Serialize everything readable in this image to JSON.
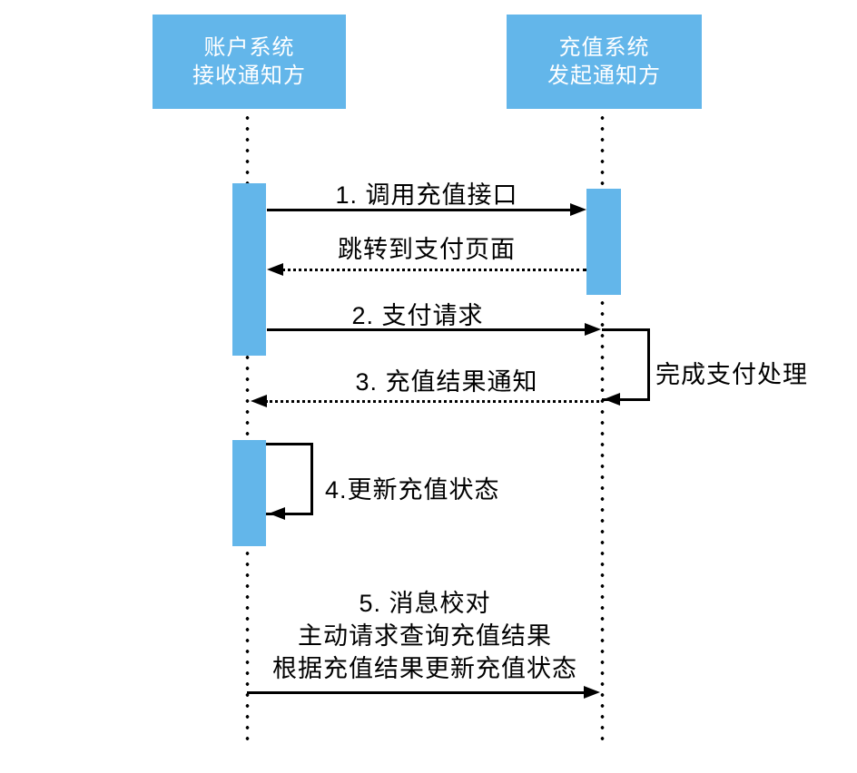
{
  "colors": {
    "actor_fill": "#63b6ea",
    "actor_text": "#ffffff",
    "line": "#000000",
    "background": "#ffffff"
  },
  "actors": {
    "account": {
      "line1": "账户系统",
      "line2": "接收通知方"
    },
    "recharge": {
      "line1": "充值系统",
      "line2": "发起通知方"
    }
  },
  "messages": {
    "m1": "1. 调用充值接口",
    "m1_return": "跳转到支付页面",
    "m2": "2. 支付请求",
    "m2_self": "完成支付处理",
    "m3": "3. 充值结果通知",
    "m4_self": "4.更新充值状态",
    "m5_line1": "5. 消息校对",
    "m5_line2": "主动请求查询充值结果",
    "m5_line3": "根据充值结果更新充值状态"
  }
}
